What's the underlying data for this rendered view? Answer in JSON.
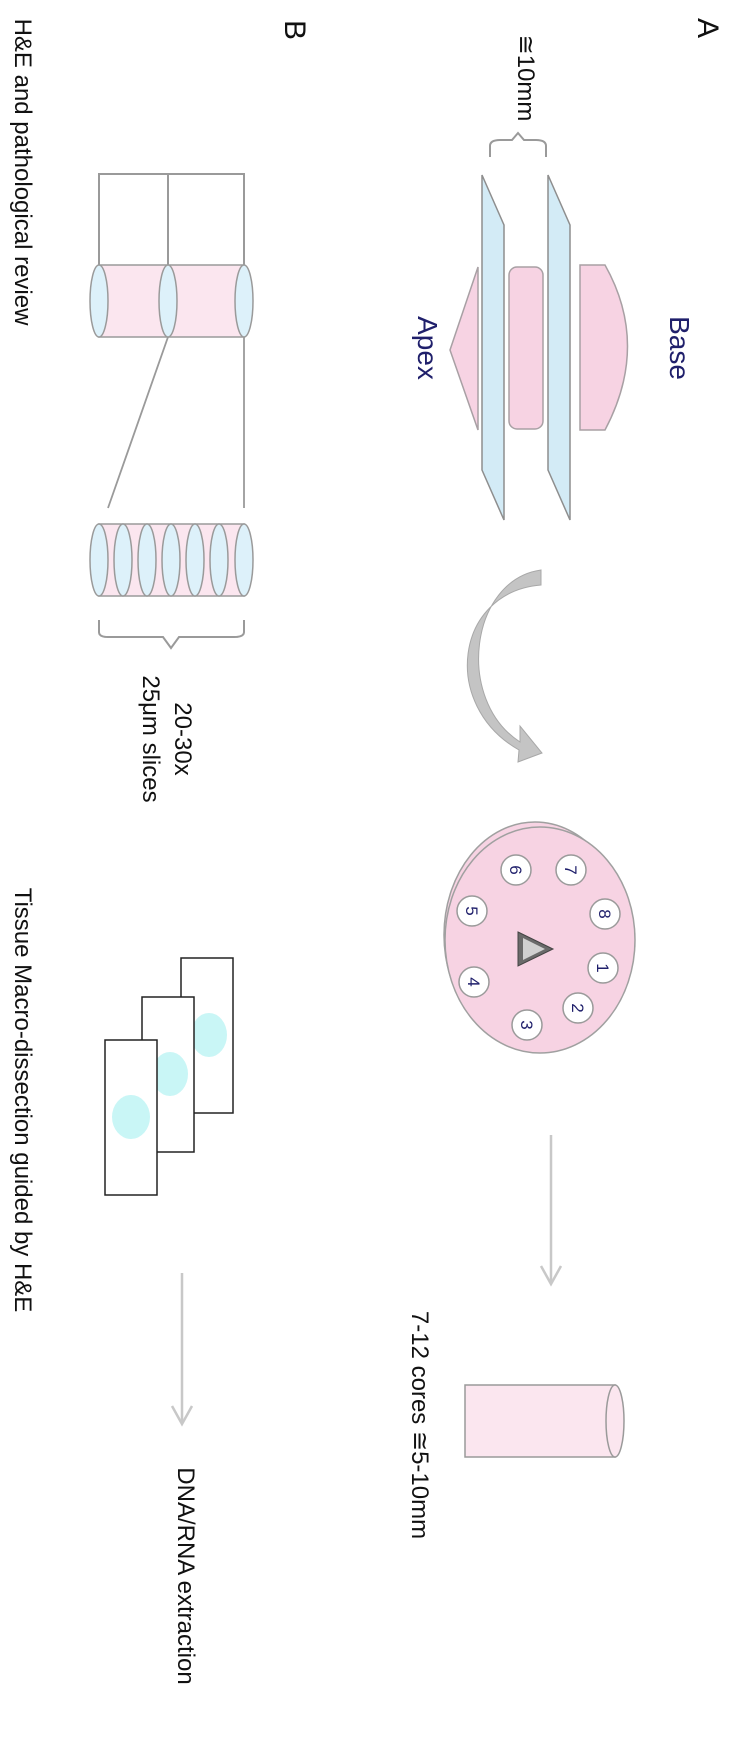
{
  "panel_labels": {
    "a": "A",
    "b": "B"
  },
  "labels": {
    "base": "Base",
    "apex": "Apex",
    "width": "≅10mm",
    "cores": "7-12 cores ≅5-10mm",
    "slices_count": "20-30x",
    "slices_thickness": "25μm slices",
    "he_review": "H&E and pathological review",
    "macro_dissection": "Tissue Macro-dissection guided by H&E",
    "extraction": "DNA/RNA extraction"
  },
  "core_numbers": [
    "1",
    "2",
    "3",
    "4",
    "5",
    "6",
    "7",
    "8"
  ],
  "colors": {
    "tissue_pink": "#f7d3e3",
    "light_pink": "#fbe6ef",
    "slide_blue": "#d3ebf6",
    "cyan_spot": "#c9f6f6",
    "outline": "#9a9a9a",
    "arrow": "#c8c8c8",
    "label_navy": "#1f1f6b",
    "text": "#111111"
  }
}
